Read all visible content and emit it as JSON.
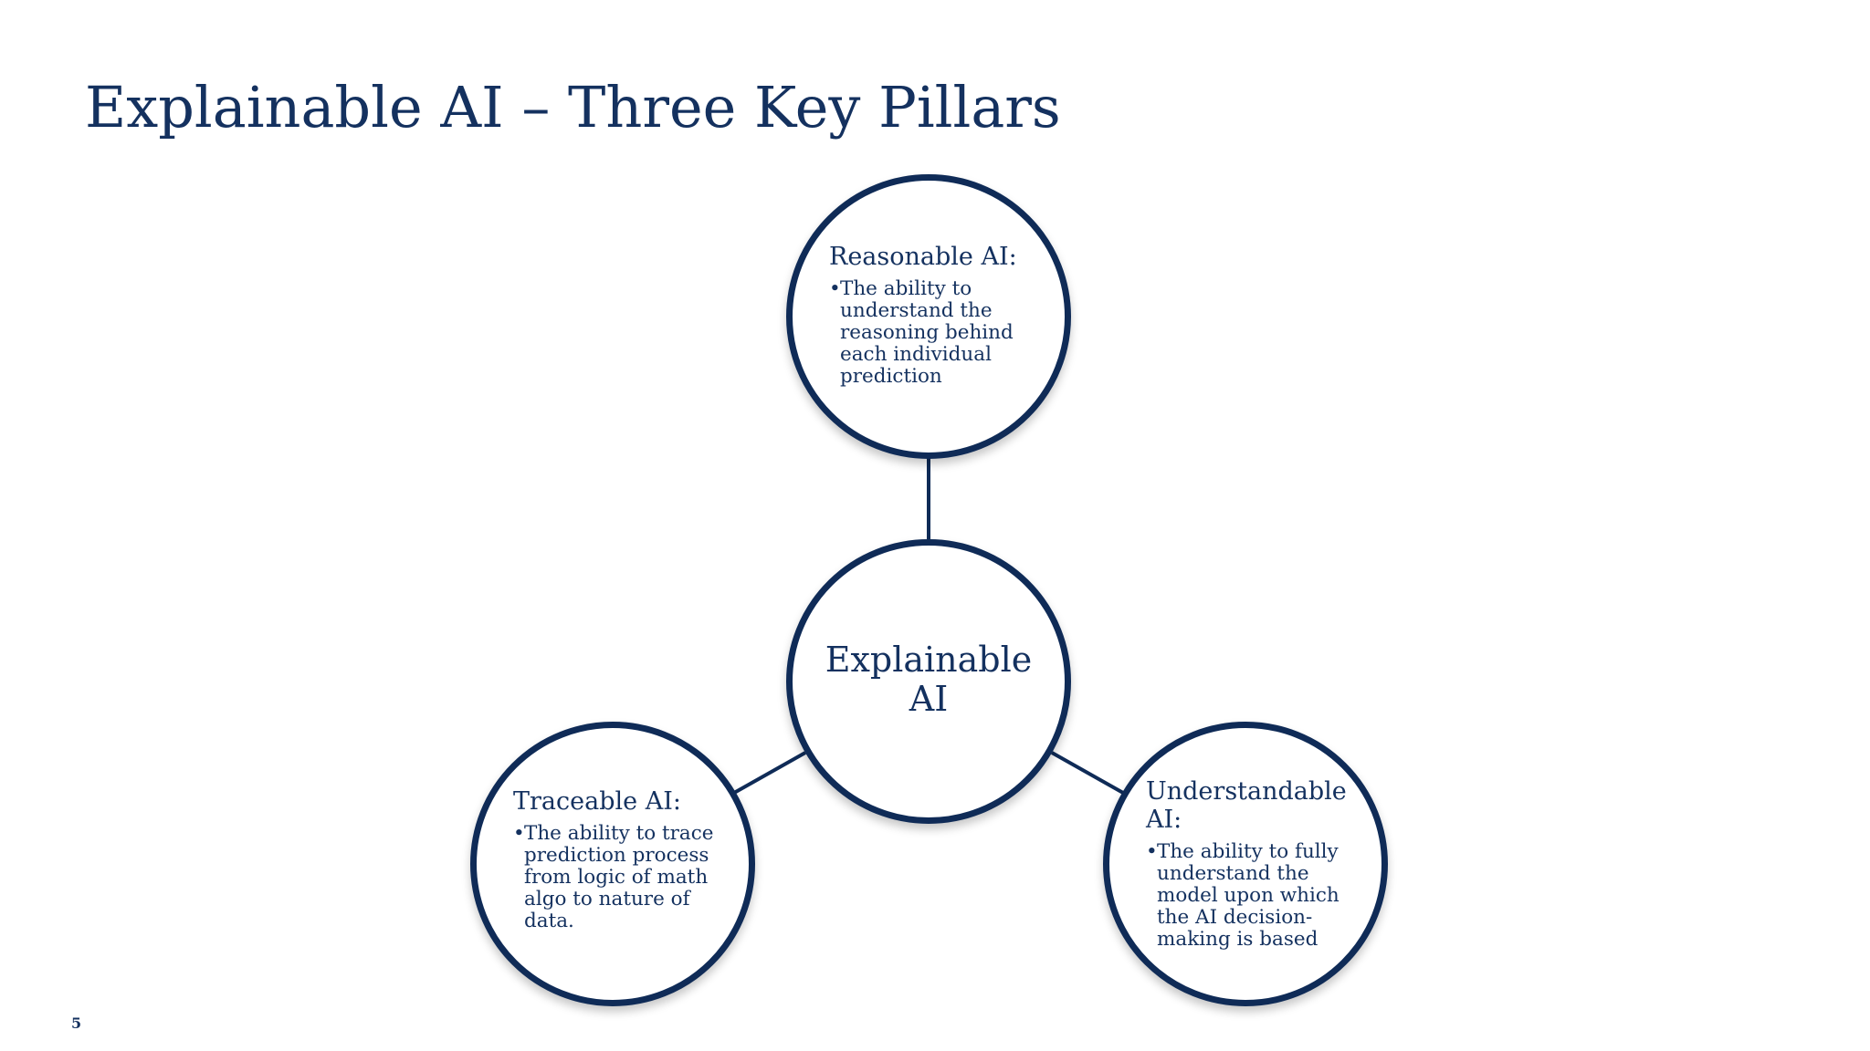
{
  "slide": {
    "title": "Explainable AI – Three Key Pillars",
    "page_number": "5"
  },
  "diagram": {
    "center": {
      "label_line1": "Explainable",
      "label_line2": "AI"
    },
    "pillars": [
      {
        "title": "Reasonable AI:",
        "bullet": "•",
        "description": "The ability to understand the reasoning behind each individual prediction"
      },
      {
        "title": "Traceable AI:",
        "bullet": "•",
        "description": "The ability to trace prediction process from logic of math algo to nature of data."
      },
      {
        "title": "Understandable AI:",
        "bullet": "•",
        "description": "The ability to fully understand the model upon which the AI decision-making is based"
      }
    ]
  },
  "colors": {
    "navy": "#14315f",
    "circle_border": "#0f2b57",
    "background": "#ffffff"
  }
}
